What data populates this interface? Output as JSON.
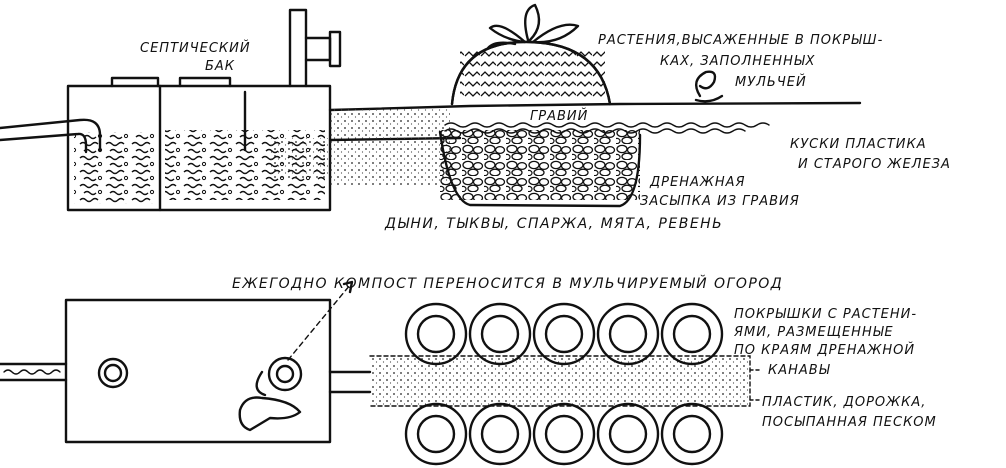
{
  "labels": {
    "septic_tank": [
      "СЕПТИЧЕСКИЙ",
      "БАК"
    ],
    "plants_in_tires": [
      "РАСТЕНИЯ,ВЫСАЖЕННЫЕ В ПОКРЫШ-",
      "КАХ, ЗАПОЛНЕННЫХ",
      "МУЛЬЧЕЙ"
    ],
    "gravel": "ГРАВИЙ",
    "plastic_iron": [
      "КУСКИ ПЛАСТИКА",
      "И СТАРОГО ЖЕЛЕЗА"
    ],
    "drainage_backfill": [
      "ДРЕНАЖНАЯ",
      "ЗАСЫПКА ИЗ ГРАВИЯ"
    ],
    "crops": "ДЫНИ, ТЫКВЫ, СПАРЖА, МЯТА, РЕВЕНЬ",
    "compost_note": "ЕЖЕГОДНО КОМПОСТ ПЕРЕНОСИТСЯ В МУЛЬЧИРУЕМЫЙ ОГОРОД",
    "tires_placement": [
      "ПОКРЫШКИ С РАСТЕНИ-",
      "ЯМИ, РАЗМЕЩЕННЫЕ",
      "ПО КРАЯМ ДРЕНАЖНОЙ",
      "КАНАВЫ"
    ],
    "sand_path": [
      "ПЛАСТИК, ДОРОЖКА,",
      "ПОСЫПАННАЯ ПЕСКОМ"
    ]
  },
  "colors": {
    "ink": "#111111",
    "paper": "#ffffff"
  },
  "top_tires_row": 5,
  "bottom_tires_row": 5
}
